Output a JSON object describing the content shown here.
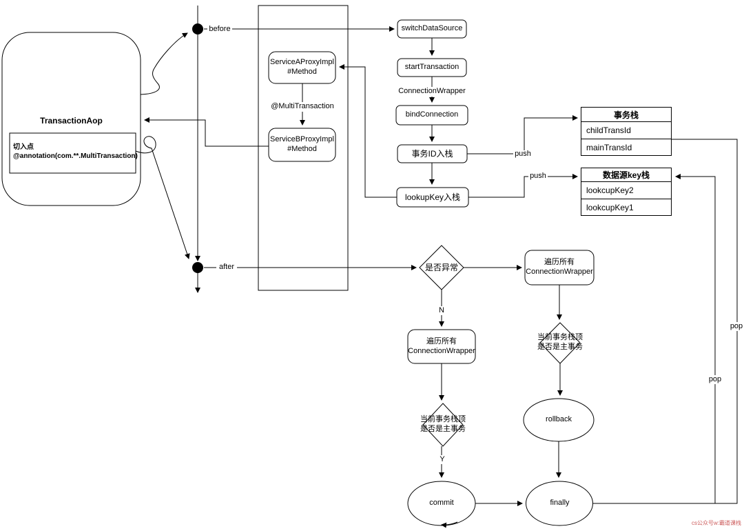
{
  "aop": {
    "title": "TransactionAop",
    "pointcut_line1": "切入点",
    "pointcut_line2": "@annotation(com.**.MultiTransaction)"
  },
  "lifeline": {
    "before": "before",
    "after": "after"
  },
  "proxy": {
    "service_a_line1": "ServiceAProxyImpl",
    "service_a_line2": "#Method",
    "annotation": "@MultiTransaction",
    "service_b_line1": "ServiceBProxyImpl",
    "service_b_line2": "#Method"
  },
  "flow": {
    "switch_datasource": "switchDataSource",
    "start_transaction": "startTransaction",
    "connection_wrapper": "ConnectionWrapper",
    "bind_connection": "bindConnection",
    "tx_id_push": "事务ID入栈",
    "lookup_key_push": "lookupKey入栈"
  },
  "stacks": {
    "tx": {
      "title": "事务栈",
      "rows": [
        "childTransId",
        "mainTransId"
      ]
    },
    "ds": {
      "title": "数据源key栈",
      "rows": [
        "lookcupKey2",
        "lookcupKey1"
      ]
    }
  },
  "edge_labels": {
    "push": "push",
    "pop": "pop",
    "no": "N",
    "yes": "Y"
  },
  "bottom": {
    "exception_check": "是否异常",
    "iterate_line1": "遍历所有",
    "iterate_line2": "ConnectionWrapper",
    "main_tx_line1": "当前事务栈顶",
    "main_tx_line2": "是否是主事务",
    "commit": "commit",
    "rollback": "rollback",
    "finally_label": "finally"
  },
  "watermark": "cs公众号w:霸道课栈"
}
